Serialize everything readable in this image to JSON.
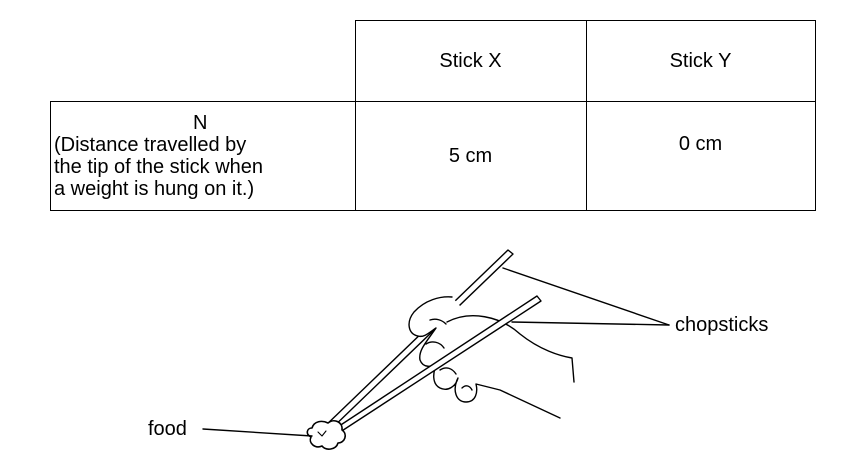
{
  "table": {
    "columns": [
      "Stick X",
      "Stick Y"
    ],
    "row": {
      "label": "N",
      "description": [
        "(Distance travelled by",
        "the tip of the stick when",
        "a weight is hung on it.)"
      ],
      "values": [
        "5 cm",
        "0 cm"
      ]
    }
  },
  "illustration": {
    "label_chopsticks": "chopsticks",
    "label_food": "food"
  }
}
